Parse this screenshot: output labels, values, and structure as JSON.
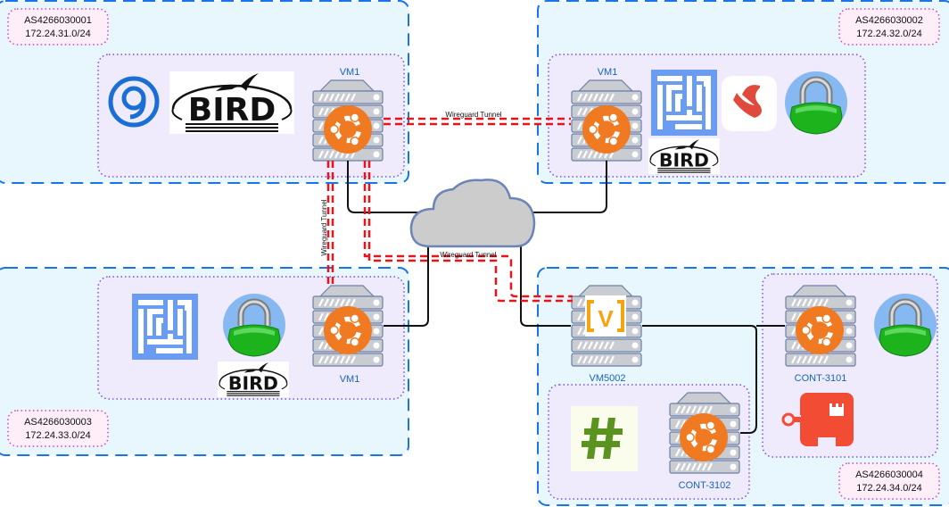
{
  "title": "Multi-AS network topology with Wireguard tunnels",
  "autonomous_systems": [
    {
      "id": "as1",
      "asn": "AS4266030001",
      "subnet": "172.24.31.0/24",
      "node": {
        "label": "VM1",
        "os": "ubuntu"
      },
      "software": [
        "zerotier-icon",
        "bird-icon"
      ]
    },
    {
      "id": "as2",
      "asn": "AS4266030002",
      "subnet": "172.24.32.0/24",
      "node": {
        "label": "VM1",
        "os": "ubuntu"
      },
      "software": [
        "maze-icon",
        "scrypted-icon",
        "lock-icon",
        "bird-icon"
      ]
    },
    {
      "id": "as3",
      "asn": "AS4266030003",
      "subnet": "172.24.33.0/24",
      "node": {
        "label": "VM1",
        "os": "ubuntu"
      },
      "software": [
        "maze-icon",
        "lock-icon",
        "bird-icon"
      ]
    },
    {
      "id": "as4",
      "asn": "AS4266030004",
      "subnet": "172.24.34.0/24",
      "nodes": [
        {
          "label": "VM5002",
          "os": "vyos"
        },
        {
          "label": "CONT-3101",
          "os": "ubuntu",
          "software": [
            "lock-icon",
            "key-icon"
          ]
        },
        {
          "label": "CONT-3102",
          "os": "ubuntu",
          "software": [
            "hashtag-icon"
          ]
        }
      ]
    }
  ],
  "cloud": {
    "name": "internet-cloud"
  },
  "tunnels": [
    {
      "from": "AS4266030001 VM1",
      "to": "AS4266030002 VM1",
      "label": "Wireguard Tunnel"
    },
    {
      "from": "AS4266030001 VM1",
      "to": "AS4266030003 VM1",
      "label": "Wireguard Tunnel"
    },
    {
      "from": "AS4266030001 VM1",
      "to": "AS4266030004 VM5002",
      "label": "Wireguard Tunnel"
    }
  ],
  "colors": {
    "as_border": "#1a73e8",
    "as_fill": "#e8f6fd",
    "group_border": "#7b4bf0",
    "group_fill": "#efeafc",
    "label_border": "#d63cd6",
    "label_fill": "#fdeef8",
    "tunnel": "#e8141b",
    "ubuntu": "#f07a22",
    "node_label": "#1565c0"
  }
}
